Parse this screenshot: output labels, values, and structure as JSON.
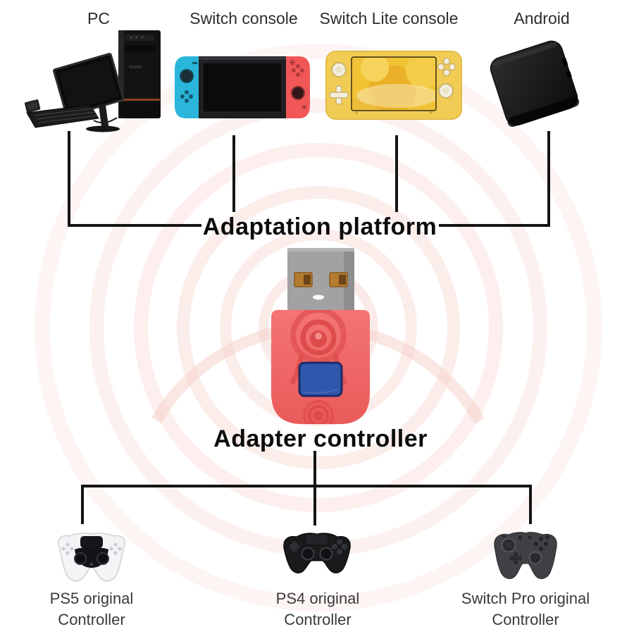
{
  "top_section": {
    "group_label": "Adaptation platform",
    "platforms": [
      {
        "label": "PC"
      },
      {
        "label": "Switch console"
      },
      {
        "label": "Switch Lite console"
      },
      {
        "label": "Android"
      }
    ]
  },
  "adapter": {
    "label": "Adapter controller"
  },
  "bottom_section": {
    "controllers": [
      {
        "lines": [
          "PS5 original",
          "Controller"
        ]
      },
      {
        "lines": [
          "PS4 original",
          "Controller"
        ]
      },
      {
        "lines": [
          "Switch Pro original",
          "Controller"
        ]
      }
    ]
  },
  "colors": {
    "connector_line": "#141414",
    "adapter_body": "#f06565",
    "adapter_pattern": "#dd4b4b",
    "adapter_button": "#2f57ac",
    "usb_plug": "#a2a2a2",
    "usb_contacts": "#b57c2e",
    "joycon_blue": "#2ab5da",
    "joycon_red": "#f15757",
    "switch_lite_yellow": "#f1cc55",
    "signal_ring": "#f8dbd6"
  }
}
